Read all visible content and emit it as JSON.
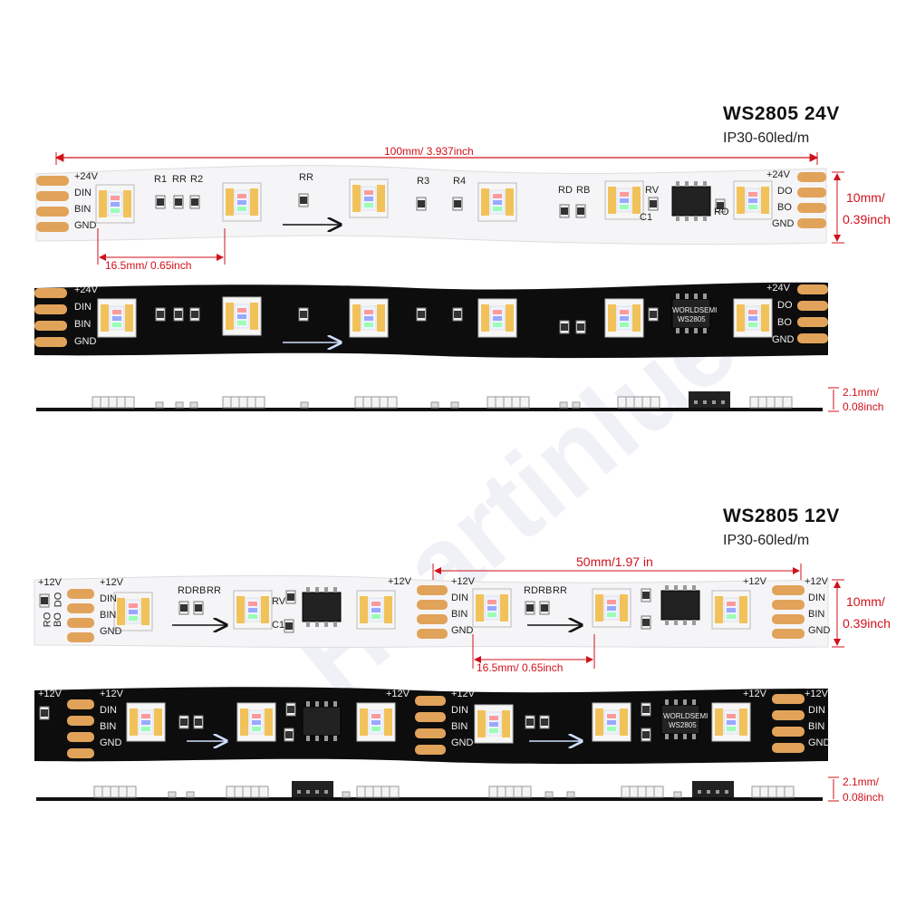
{
  "watermark": "Heartinlue",
  "strip24": {
    "title": "WS2805 24V",
    "subtitle": "IP30-60led/m",
    "length_dim": "100mm/ 3.937inch",
    "pitch_dim": "16.5mm/ 0.65inch",
    "width_dim_1": "10mm/",
    "width_dim_2": "0.39inch",
    "thick_dim_1": "2.1mm/",
    "thick_dim_2": "0.08inch",
    "in_pads": [
      "+24V",
      "DIN",
      "BIN",
      "GND"
    ],
    "out_pads": [
      "+24V",
      "DO",
      "BO",
      "GND"
    ],
    "components": [
      "R1",
      "RR",
      "R2",
      "RR",
      "R3",
      "R4",
      "RD",
      "RB",
      "RV",
      "RO",
      "C1"
    ],
    "chip_text": [
      "WORLDSEMI",
      "WS2805"
    ]
  },
  "strip12": {
    "title": "WS2805 12V",
    "subtitle": "IP30-60led/m",
    "length_dim": "50mm/1.97 in",
    "pitch_dim": "16.5mm/ 0.65inch",
    "width_dim_1": "10mm/",
    "width_dim_2": "0.39inch",
    "thick_dim_1": "2.1mm/",
    "thick_dim_2": "0.08inch",
    "pads": [
      "+12V",
      "DIN",
      "BIN",
      "GND"
    ],
    "side_labels": [
      "RO",
      "BO",
      "DO"
    ],
    "components": [
      "RD",
      "RB",
      "RR",
      "RV",
      "C1"
    ],
    "chip_text": [
      "WORLDSEMI",
      "WS2805"
    ]
  }
}
